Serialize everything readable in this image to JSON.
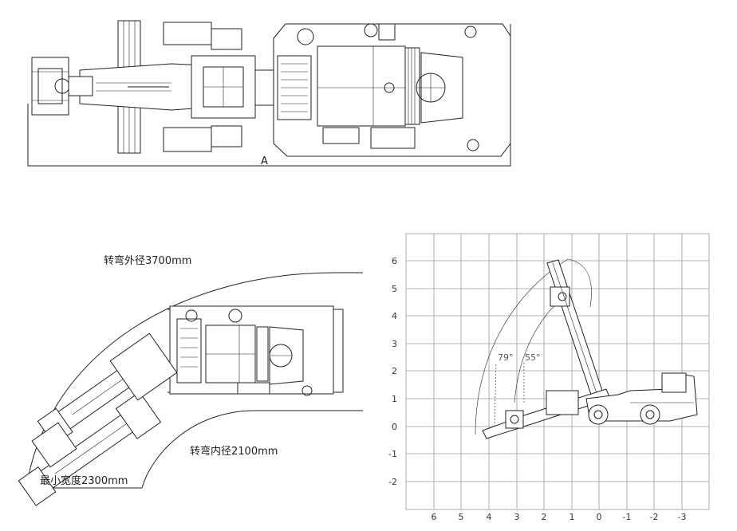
{
  "top_view": {
    "section_label": "A"
  },
  "turning_view": {
    "outer_radius_label": "转弯外径3700mm",
    "inner_radius_label": "转弯内径2100mm",
    "min_width_label": "最小宽度2300mm"
  },
  "side_view": {
    "angle_labels": [
      "79°",
      "55°"
    ],
    "x_ticks": [
      "6",
      "5",
      "4",
      "3",
      "2",
      "1",
      "0",
      "-1",
      "-2",
      "-3"
    ],
    "y_ticks": [
      "6",
      "5",
      "4",
      "3",
      "2",
      "1",
      "0",
      "-1",
      "-2"
    ]
  }
}
